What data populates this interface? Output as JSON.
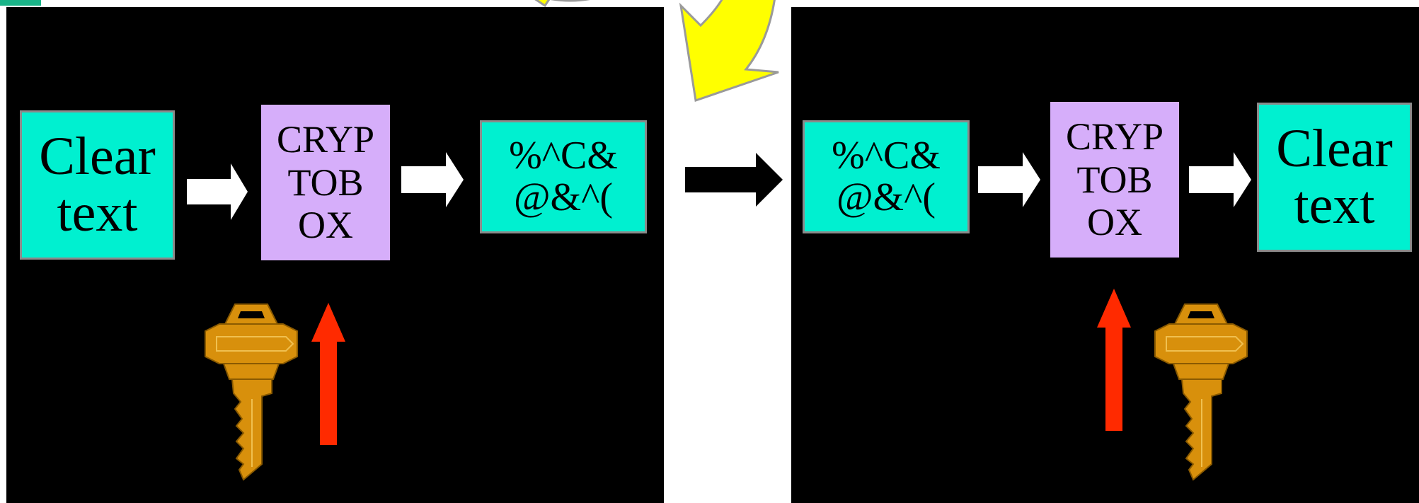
{
  "colors": {
    "background": "#ffffff",
    "panel": "#000000",
    "text_box": "#00f0d0",
    "crypto_box": "#d6aefa",
    "box_border": "#8a8a8a",
    "flow_arrow": "#ffffff",
    "transfer_arrow": "#000000",
    "key_arrow": "#ff2a00",
    "curved_arrow": "#ffff00",
    "key": "#d8900c"
  },
  "icons": {
    "key": "key-icon",
    "up_arrow": "red-up-arrow-icon",
    "right_arrow": "right-arrow-icon",
    "curved_arrow": "yellow-curved-arrow-icon"
  },
  "encrypt": {
    "input": {
      "line1": "Clear",
      "line2": "text"
    },
    "cryptobox": {
      "line1": "CRYP",
      "line2": "TOB",
      "line3": "OX"
    },
    "output": {
      "line1": "%^C&",
      "line2": "@&^("
    }
  },
  "decrypt": {
    "input": {
      "line1": "%^C&",
      "line2": "@&^("
    },
    "cryptobox": {
      "line1": "CRYP",
      "line2": "TOB",
      "line3": "OX"
    },
    "output": {
      "line1": "Clear",
      "line2": "text"
    }
  }
}
